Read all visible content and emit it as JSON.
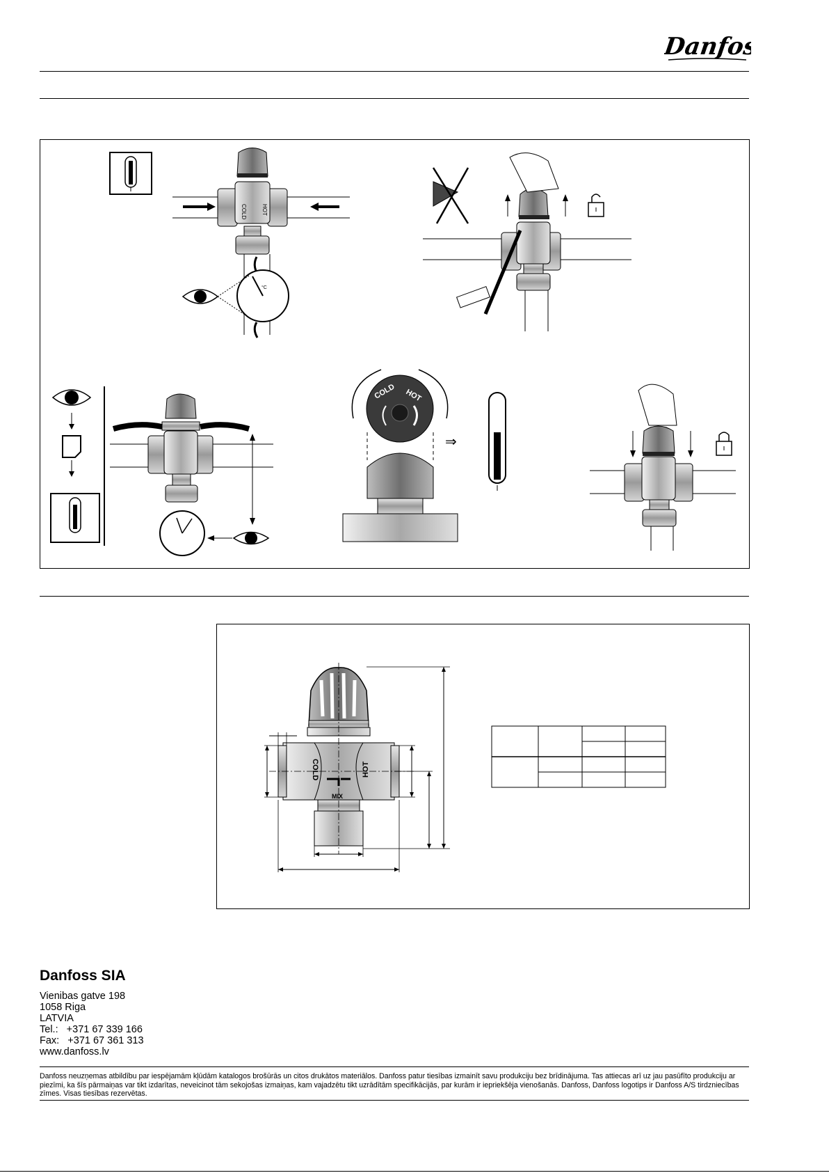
{
  "header": {
    "logo_text": "Danfoss"
  },
  "valve": {
    "cold_label": "COLD",
    "hot_label": "HOT",
    "mix_label": "MIX",
    "degree_symbol": "°C"
  },
  "knob": {
    "cold_label": "COLD",
    "hot_label": "HOT"
  },
  "address": {
    "company": "Danfoss SIA",
    "street": "Vienibas gatve 198",
    "city": "1058 Riga",
    "country": "LATVIA",
    "tel": "Tel.:   +371 67 339 166",
    "fax": "Fax:   +371 67 361 313",
    "web": "www.danfoss.lv"
  },
  "disclaimer": "Danfoss neuzņemas atbildību par iespējamām kļūdām katalogos brošūrās un citos drukātos materiālos. Danfoss patur tiesības izmainīt savu produkciju bez brīdinājuma. Tas attiecas arī uz jau pasūfīto produkciju ar piezīmi, ka šīs pārmaiņas var tikt izdarītas, neveicinot tām sekojošas izmaiņas, kam vajadzētu tikt uzrādītām specifikācijās, par kurām ir iepriekšēja vienošanās. Danfoss, Danfoss logotips ir Danfoss A/S tirdzniecības zīmes. Visas tiesības rezervētas.",
  "footer": {
    "page_number": ""
  }
}
